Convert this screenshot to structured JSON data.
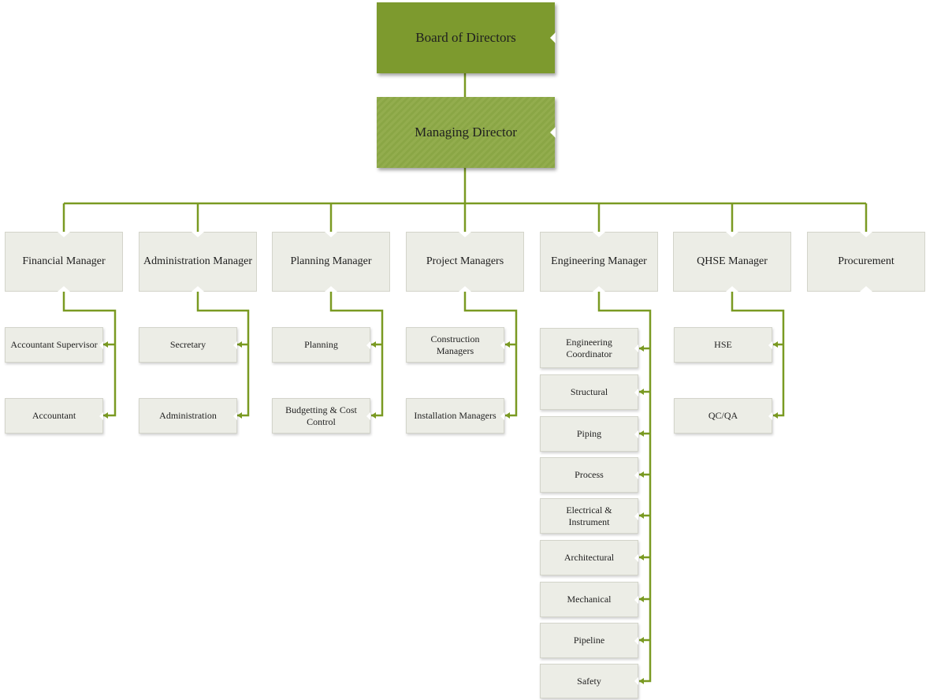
{
  "board": {
    "label": "Board of Directors"
  },
  "managing_director": {
    "label": "Managing Director"
  },
  "managers": [
    {
      "label": "Financial Manager"
    },
    {
      "label": "Administration Manager"
    },
    {
      "label": "Planning Manager"
    },
    {
      "label": "Project Managers"
    },
    {
      "label": "Engineering Manager"
    },
    {
      "label": "QHSE Manager"
    },
    {
      "label": "Procurement"
    }
  ],
  "financial": [
    "Accountant Supervisor",
    "Accountant"
  ],
  "administration": [
    "Secretary",
    "Administration"
  ],
  "planning": [
    "Planning",
    "Budgetting & Cost Control"
  ],
  "project": [
    "Construction Managers",
    "Installation Managers"
  ],
  "engineering": [
    "Engineering Coordinator",
    "Structural",
    "Piping",
    "Process",
    "Electrical & Instrument",
    "Architectural",
    "Mechanical",
    "Pipeline",
    "Safety"
  ],
  "qhse": [
    "HSE",
    "QC/QA"
  ],
  "colors": {
    "board": "#7d9a2e",
    "managing_director": "#8fa94c",
    "connector": "#7a9a22",
    "box_fill": "#ecede6"
  }
}
